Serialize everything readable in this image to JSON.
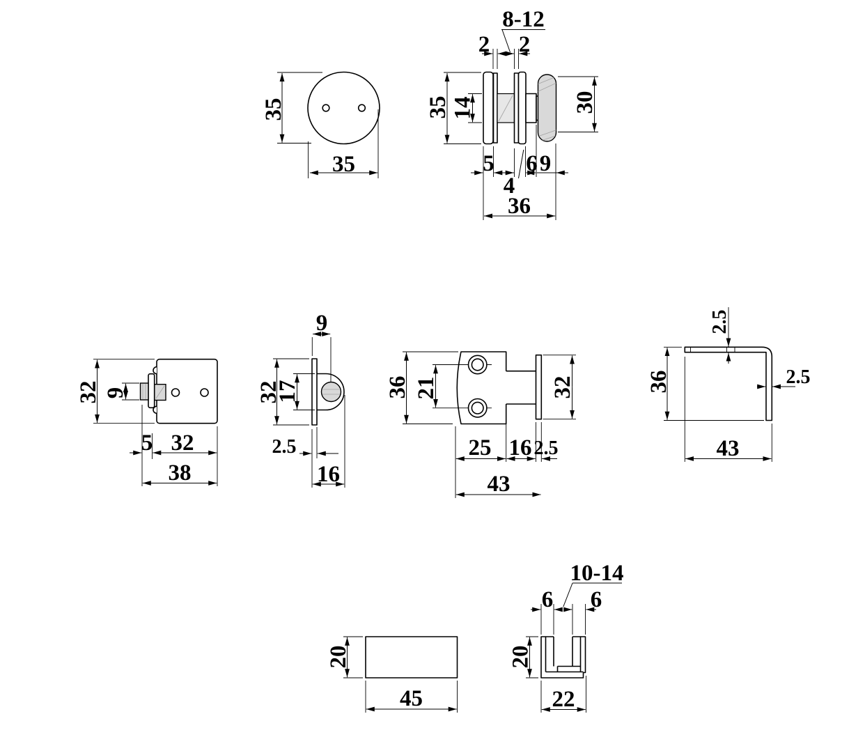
{
  "colors": {
    "line": "#000000",
    "fill_gray": "#d9d9d9",
    "background": "#ffffff"
  },
  "views": {
    "round_plate": {
      "h": "35",
      "w": "35"
    },
    "clamp_knob_side": {
      "glass": "8-12",
      "gasket_left": "2",
      "gasket_right": "2",
      "h": "35",
      "boss": "14",
      "knob": "30",
      "s5": "5",
      "s4": "4",
      "s6": "6",
      "s9": "9",
      "total": "36"
    },
    "latch_front": {
      "h": "32",
      "knob": "9",
      "s5": "5",
      "s32": "32",
      "total": "38"
    },
    "latch_side": {
      "pivot": "9",
      "h": "32",
      "lug": "17",
      "thk": "2.5",
      "depth": "16"
    },
    "bracket_front": {
      "h": "36",
      "pitch": "21",
      "plate_h": "32",
      "s25": "25",
      "s16": "16",
      "thk": "2.5",
      "total": "43"
    },
    "angle_profile": {
      "thk_top": "2.5",
      "h": "36",
      "thk_side": "2.5",
      "w": "43"
    },
    "block_front": {
      "h": "20",
      "w": "45"
    },
    "channel_side": {
      "glass": "10-14",
      "wall_left": "6",
      "wall_right": "6",
      "h": "20",
      "w": "22"
    }
  }
}
